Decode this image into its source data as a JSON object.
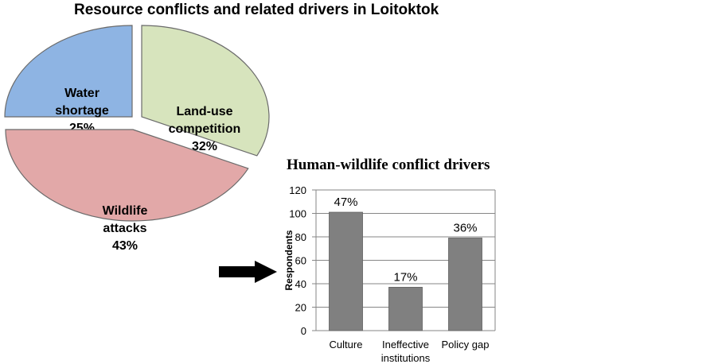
{
  "title": "Resource conflicts and related drivers in Loitoktok",
  "chart_data": [
    {
      "type": "pie",
      "slices": [
        {
          "label_lines": [
            "Water",
            "shortage",
            "25%"
          ],
          "value": 25,
          "color": "#8eb4e3"
        },
        {
          "label_lines": [
            "Land-use",
            "competition",
            "32%"
          ],
          "value": 32,
          "color": "#d7e4bd"
        },
        {
          "label_lines": [
            "Wildlife",
            "attacks",
            "43%"
          ],
          "value": 43,
          "color": "#e2a8a8"
        }
      ],
      "exploded": true,
      "edge_color": "#6b6b6b"
    },
    {
      "type": "bar",
      "title": "Human-wildlife conflict drivers",
      "ylabel": "Respondents",
      "categories": [
        {
          "lines": [
            "Culture"
          ]
        },
        {
          "lines": [
            "Ineffective",
            "institutions"
          ]
        },
        {
          "lines": [
            "Policy gap"
          ]
        }
      ],
      "values": [
        101,
        37,
        79
      ],
      "data_labels": [
        "47%",
        "17%",
        "36%"
      ],
      "ylim": [
        0,
        120
      ],
      "yticks": [
        0,
        20,
        40,
        60,
        80,
        100,
        120
      ],
      "grid": true,
      "bar_color": "#808080",
      "grid_color": "#868686"
    }
  ],
  "arrow": {
    "meaning": "Wildlife attacks drivers",
    "color": "#000000"
  }
}
